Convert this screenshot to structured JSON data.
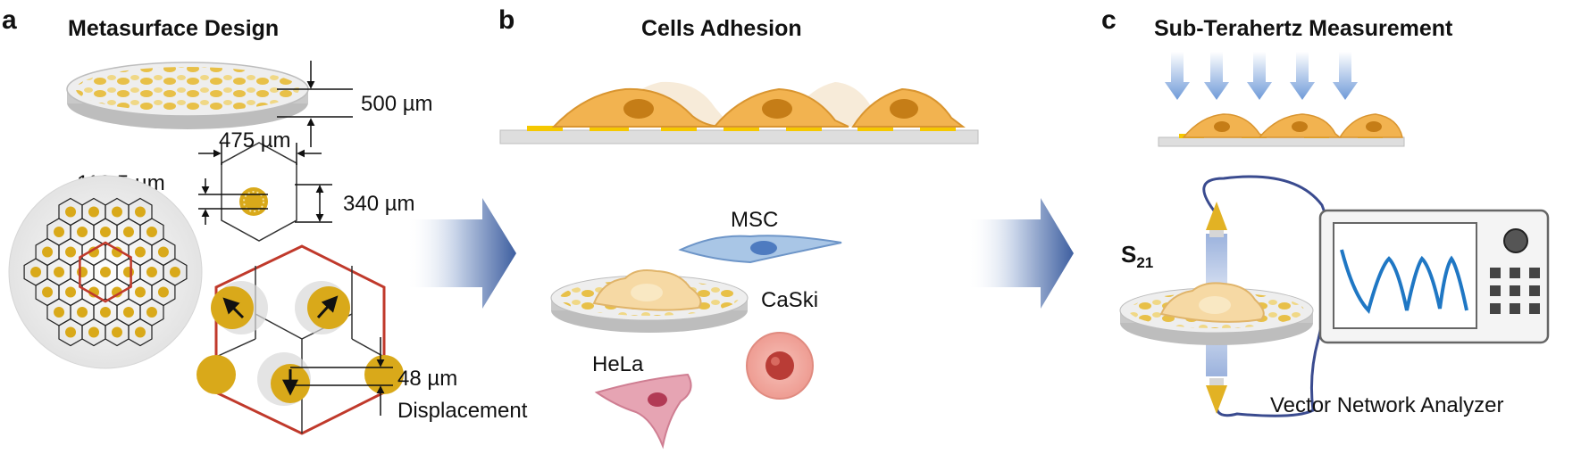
{
  "panels": [
    {
      "letter": "a",
      "title": "Metasurface Design"
    },
    {
      "letter": "b",
      "title": "Cells Adhesion"
    },
    {
      "letter": "c",
      "title": "Sub-Terahertz Measurement"
    }
  ],
  "design": {
    "thickness": "500 µm",
    "hex_width": "475 µm",
    "hex_height": "340 µm",
    "resonator_width": "113.5 µm",
    "displacement_value": "48 µm",
    "displacement_label": "Displacement"
  },
  "cells": {
    "msc": "MSC",
    "hela": "HeLa",
    "caski": "CaSki"
  },
  "measurement": {
    "s_param_main": "S",
    "s_param_sub": "21",
    "instrument": "Vector Network Analyzer"
  },
  "colors": {
    "gold": "#d9a91a",
    "cell_orange": "#f2b350",
    "arrow_blue": "#3e5fa0",
    "msc_blue": "#8fb3dc",
    "hela_pink": "#e6a4b3",
    "caski_red": "#f0a6a0",
    "hex_red": "#c0392b",
    "signal_blue": "#1f77c4"
  }
}
